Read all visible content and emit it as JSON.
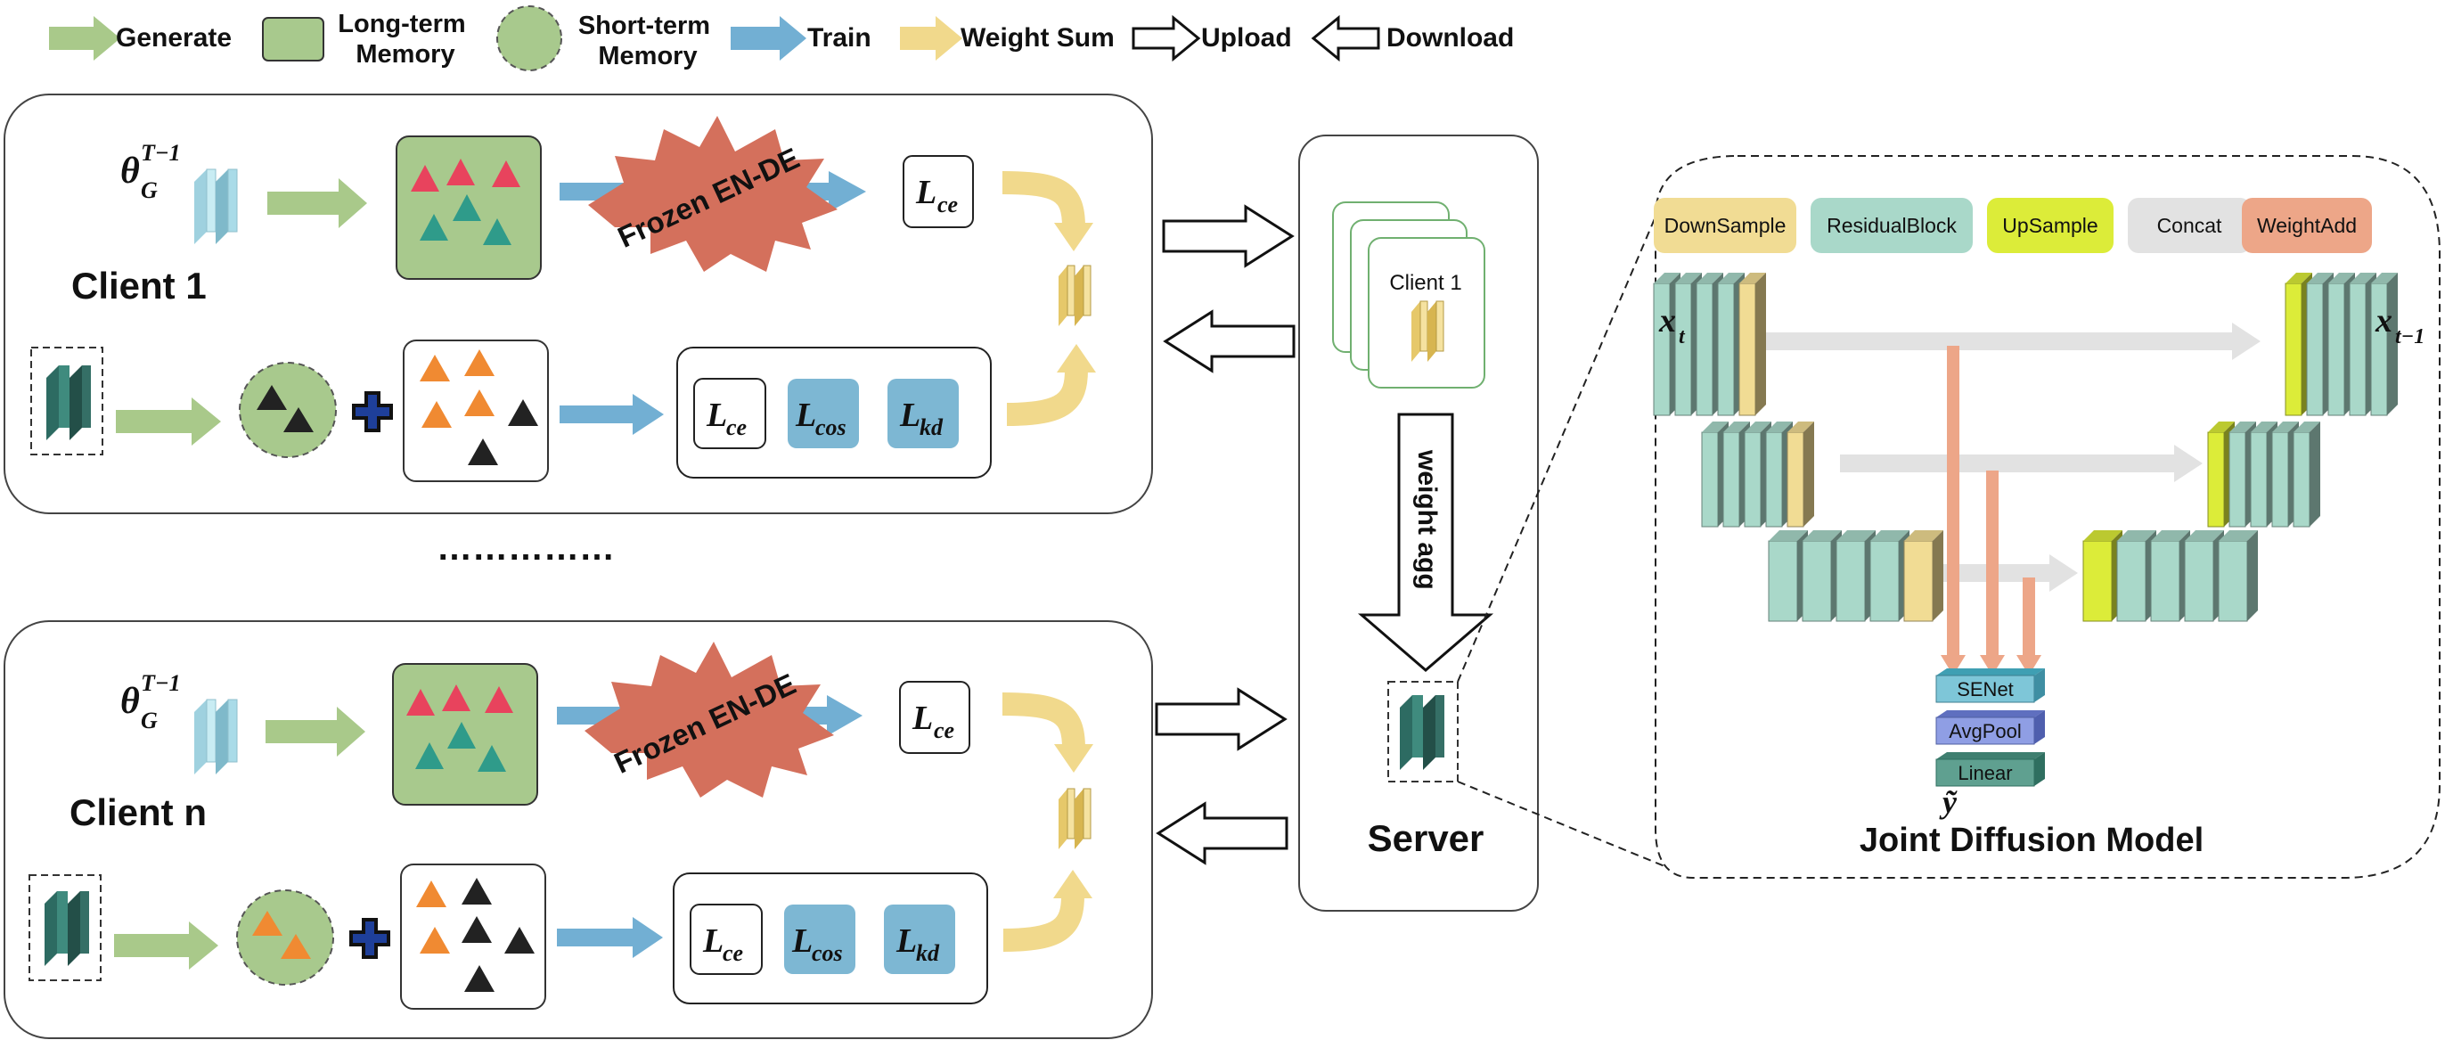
{
  "legend": {
    "generate": "Generate",
    "long_term_memory": "Long-term\nMemory",
    "short_term_memory": "Short-term\nMemory",
    "train": "Train",
    "weight_sum": "Weight Sum",
    "upload": "Upload",
    "download": "Download"
  },
  "clients": [
    {
      "label": "Client 1",
      "frozen_label": "Frozen EN-DE"
    },
    {
      "label": "Client n",
      "frozen_label": "Frozen EN-DE"
    }
  ],
  "losses": {
    "ce_main": "ce",
    "ce": "ce",
    "cos": "cos",
    "kd": "kd",
    "L": "L"
  },
  "theta": {
    "base": "θ",
    "sub": "G",
    "sup": "T−1"
  },
  "ellipsis": "……………",
  "server": {
    "label": "Server",
    "client_card": "Client 1",
    "aggregation": "weight agg"
  },
  "diffusion": {
    "title": "Joint Diffusion Model",
    "legend": [
      "DownSample",
      "ResidualBlock",
      "UpSample",
      "Concat",
      "WeightAdd"
    ],
    "heads": [
      "SENet",
      "AvgPool",
      "Linear"
    ],
    "x_t": "x",
    "x_t_sub": "t",
    "x_t1_sub": "t−1",
    "y_hat": "ỹ"
  },
  "colors": {
    "generate": "#a9c98a",
    "memory": "#a8c98d",
    "train": "#72afd3",
    "weight_sum": "#f1d98c",
    "frozen": "#d4705c",
    "red_tri": "#e8435d",
    "teal_tri": "#2f9b8a",
    "orange_tri": "#f08a32",
    "loss_blue": "#7db7d3",
    "down": "#f1dc94",
    "res": "#a9d8c9",
    "up": "#dcec39",
    "concat": "#e2e2e2",
    "wadd": "#eda688"
  }
}
